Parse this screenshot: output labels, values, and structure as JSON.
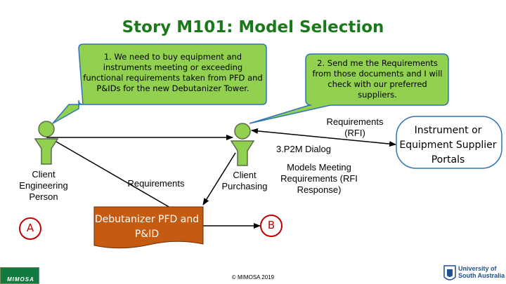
{
  "title": "Story M101: Model Selection",
  "callouts": {
    "left": "1. We need to buy equipment and instruments meeting or exceeding functional requirements taken from PFD and P&IDs for the new Debutanizer Tower.",
    "right": "2. Send me the Requirements from those documents and I will check with our preferred suppliers."
  },
  "actors": {
    "client_engineering": "Client Engineering Person",
    "client_purchasing": "Client Purchasing"
  },
  "labels": {
    "requirements_rfi": "Requirements (RFI)",
    "p2m_dialog": "3.P2M Dialog",
    "models_meeting": "Models Meeting Requirements (RFI Response)",
    "requirements": "Requirements"
  },
  "portals": "Instrument or Equipment Supplier Portals",
  "document": "Debutanizer PFD and P&ID",
  "circles": {
    "a": "A",
    "b": "B"
  },
  "footer": {
    "copyright": "© MIMOSA 2019",
    "mimosa_logo": "MIMOSA",
    "university": "University of South Australia"
  },
  "colors": {
    "title": "#1a7a1a",
    "callout_fill": "#92d050",
    "callout_stroke": "#2e74b5",
    "actor_fill": "#92d050",
    "actor_stroke": "#5a6a4a",
    "document_fill": "#c55a11",
    "circle_stroke": "#c00000",
    "portal_stroke": "#2e74b5"
  }
}
